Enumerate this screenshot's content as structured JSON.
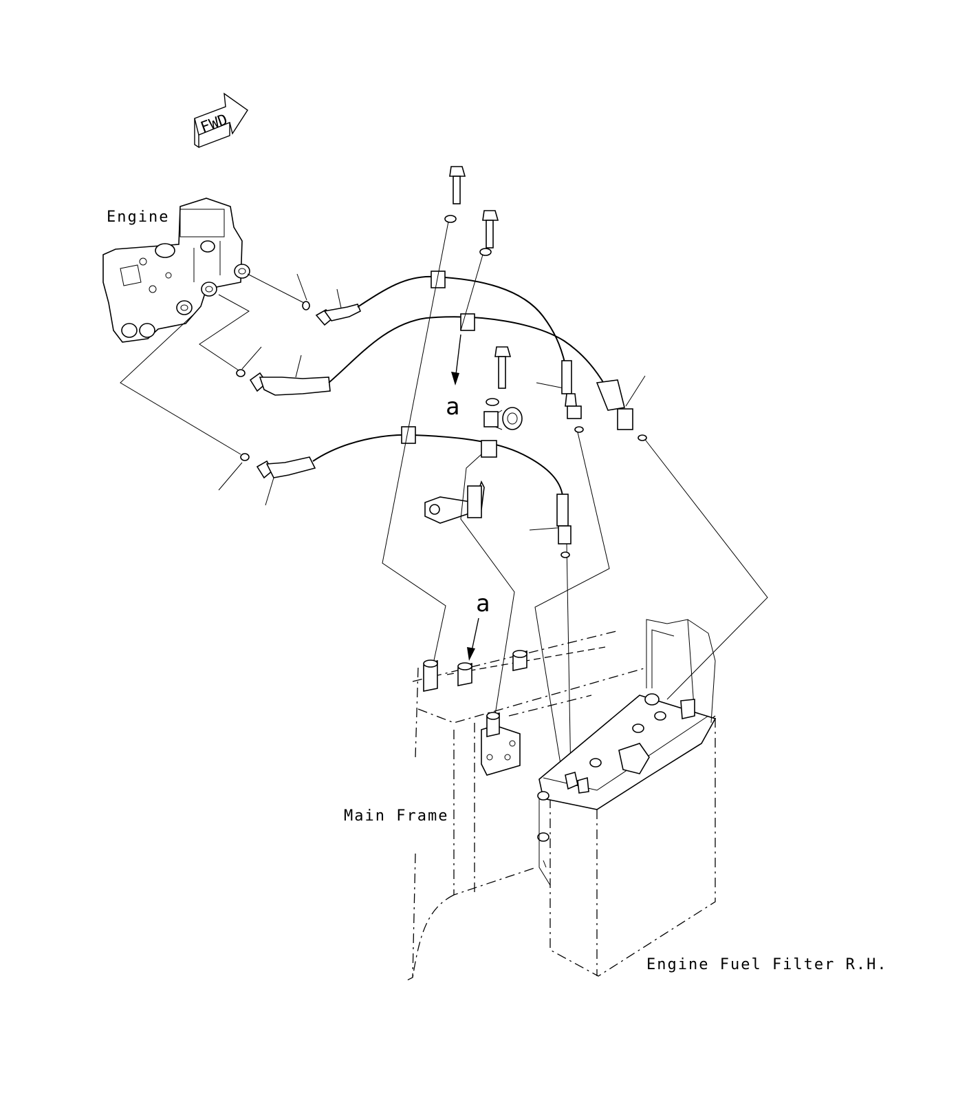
{
  "labels": {
    "fwd": "FWD",
    "engine": "Engine",
    "main_frame": "Main Frame",
    "fuel_filter": "Engine Fuel Filter R.H.",
    "view_a": "a"
  }
}
